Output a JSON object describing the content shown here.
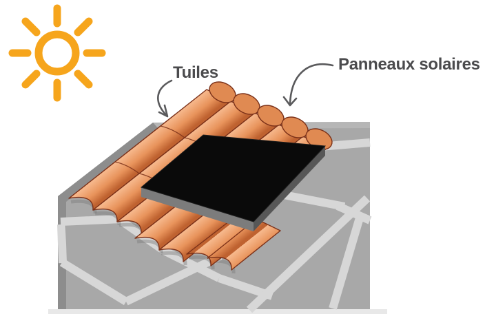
{
  "diagram": {
    "description": "Illustration of solar panels mounted on a tiled roof",
    "labels": {
      "tiles": "Tuiles",
      "solar_panels": "Panneaux solaires"
    },
    "icons": {
      "sun": "sun-icon"
    },
    "colors": {
      "background": "#FFFFFF",
      "sun": "#F6A51C",
      "label_text": "#4B4B4D",
      "arrow": "#5A5A5C",
      "roof_surface": "#A8A8A8",
      "roof_edge_face": "#8D8D8D",
      "roof_top_band": "#B6B6B6",
      "ground_shadow": "#E8E8E8",
      "batten": "#D7D7D7",
      "tile_light": "#F7BA8F",
      "tile_mid": "#E8935B",
      "tile_dark": "#BF6230",
      "tile_outline": "#7B3119",
      "tile_cap": "#E08A52",
      "panel_top": "#0A0A0A",
      "panel_side_left": "#7C7C7C",
      "panel_side_right": "#575757"
    }
  }
}
